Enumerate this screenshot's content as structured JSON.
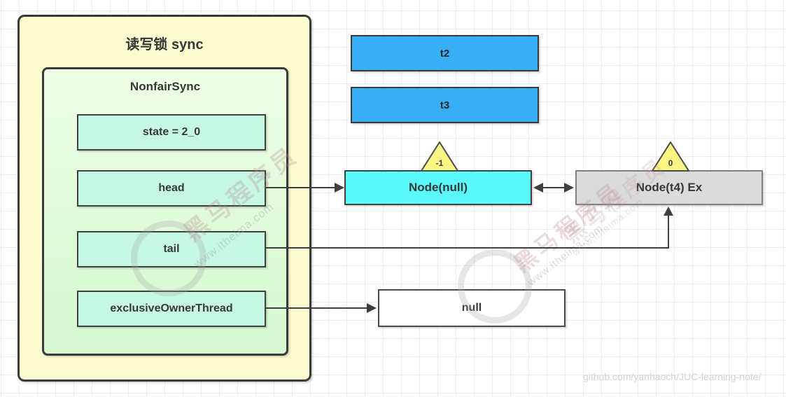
{
  "diagram": {
    "outer_box": {
      "title": "读写锁 sync"
    },
    "sync_box": {
      "title": "NonfairSync",
      "fields": [
        {
          "label": "state = 2_0"
        },
        {
          "label": "head"
        },
        {
          "label": "tail"
        },
        {
          "label": "exclusiveOwnerThread"
        }
      ]
    },
    "threads": [
      {
        "label": "t2"
      },
      {
        "label": "t3"
      }
    ],
    "queue_nodes": [
      {
        "label": "Node(null)",
        "wait_status": "-1"
      },
      {
        "label": "Node(t4) Ex",
        "wait_status": "0"
      }
    ],
    "null_box": {
      "label": "null"
    }
  },
  "watermark": {
    "brand": "黑马程序员",
    "site": "www.itheima.com"
  },
  "footer": {
    "credit": "github.com/yanhaoch/JUC-learning-note/"
  },
  "colors": {
    "outer_fill": "#FBFBD0",
    "inner_fill": "#D7FAD2",
    "field_fill": "#C5F7E3",
    "thread_fill": "#38AFF5",
    "node_head_fill": "#5AFAFA",
    "node_tail_fill": "#DBDBDB",
    "triangle_fill": "#FAF584",
    "arrow": "#3F3F3F"
  }
}
